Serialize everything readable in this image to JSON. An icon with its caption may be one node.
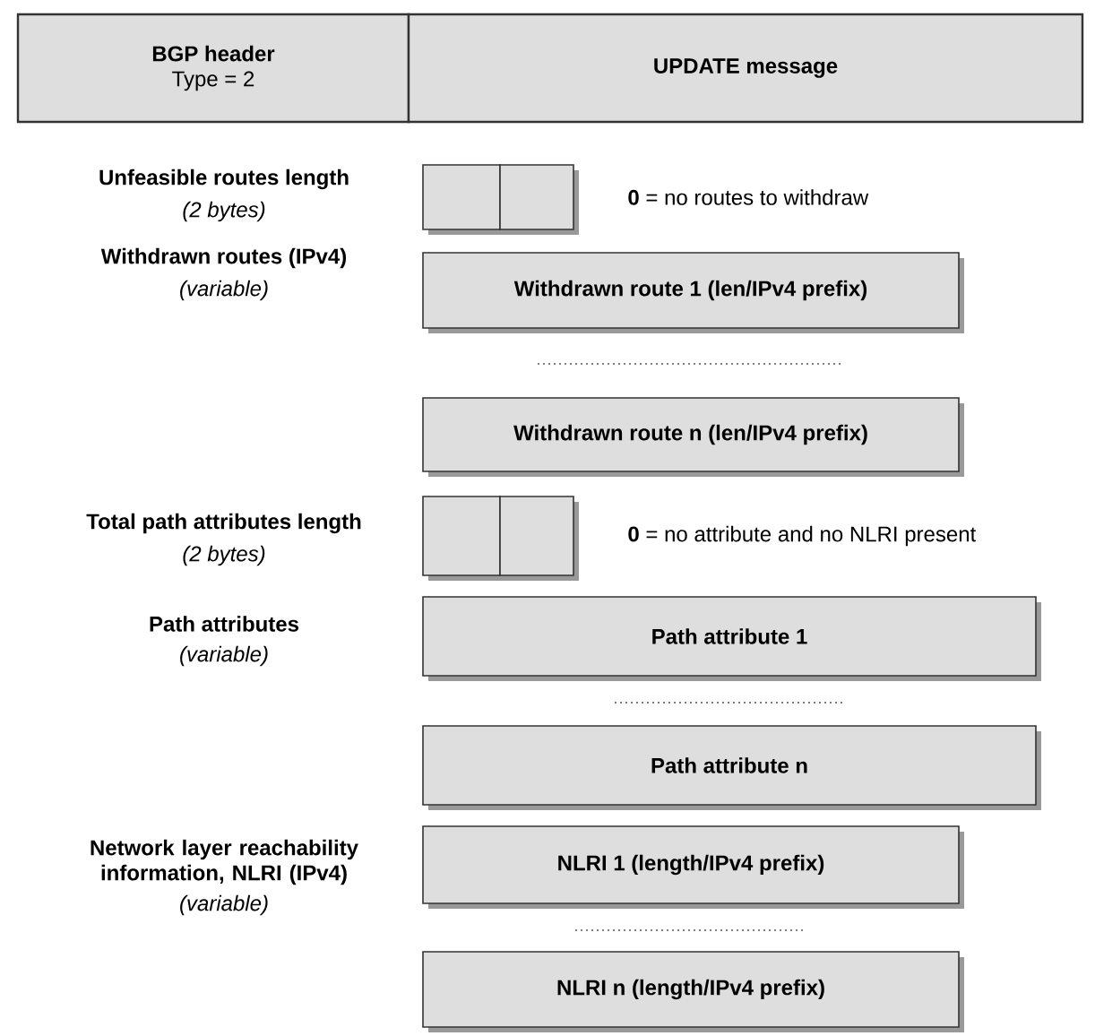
{
  "diagram": {
    "nodes": [
      {
        "text": [
          "BGP header",
          "Type = 2"
        ]
      },
      {
        "text": [
          "UPDATE message"
        ]
      },
      {
        "text": [],
        "shape": "box"
      },
      {
        "text": [],
        "shape": "box",
        "beside": [
          "**0** = no routes to withdraw"
        ]
      },
      {
        "text": [
          "Withdrawn route 1 (len/IPv4 prefix)"
        ]
      },
      {
        "text": [
          "Withdrawn route n (len/IPv4 prefix)"
        ]
      },
      {
        "text": [],
        "shape": "box"
      },
      {
        "text": [],
        "shape": "box",
        "beside": [
          "**0** = no attribute and no NLRI present"
        ]
      },
      {
        "text": [
          "Path attribute 1"
        ]
      },
      {
        "text": [
          "Path attribute n"
        ]
      },
      {
        "text": [
          "NLRI 1 (length/IPv4 prefix)"
        ]
      },
      {
        "text": [
          "NLRI n (length/IPv4 prefix)"
        ]
      }
    ],
    "labels": [
      "Unfeasible routes length",
      "(2 bytes)",
      "Withdrawn routes (IPv4)",
      "(variable)",
      "Total path attributes length",
      "(2 bytes)",
      "Path attributes",
      "(variable)",
      "Network layer reachability information, NLRI (IPv4)",
      "(variable)"
    ]
  }
}
